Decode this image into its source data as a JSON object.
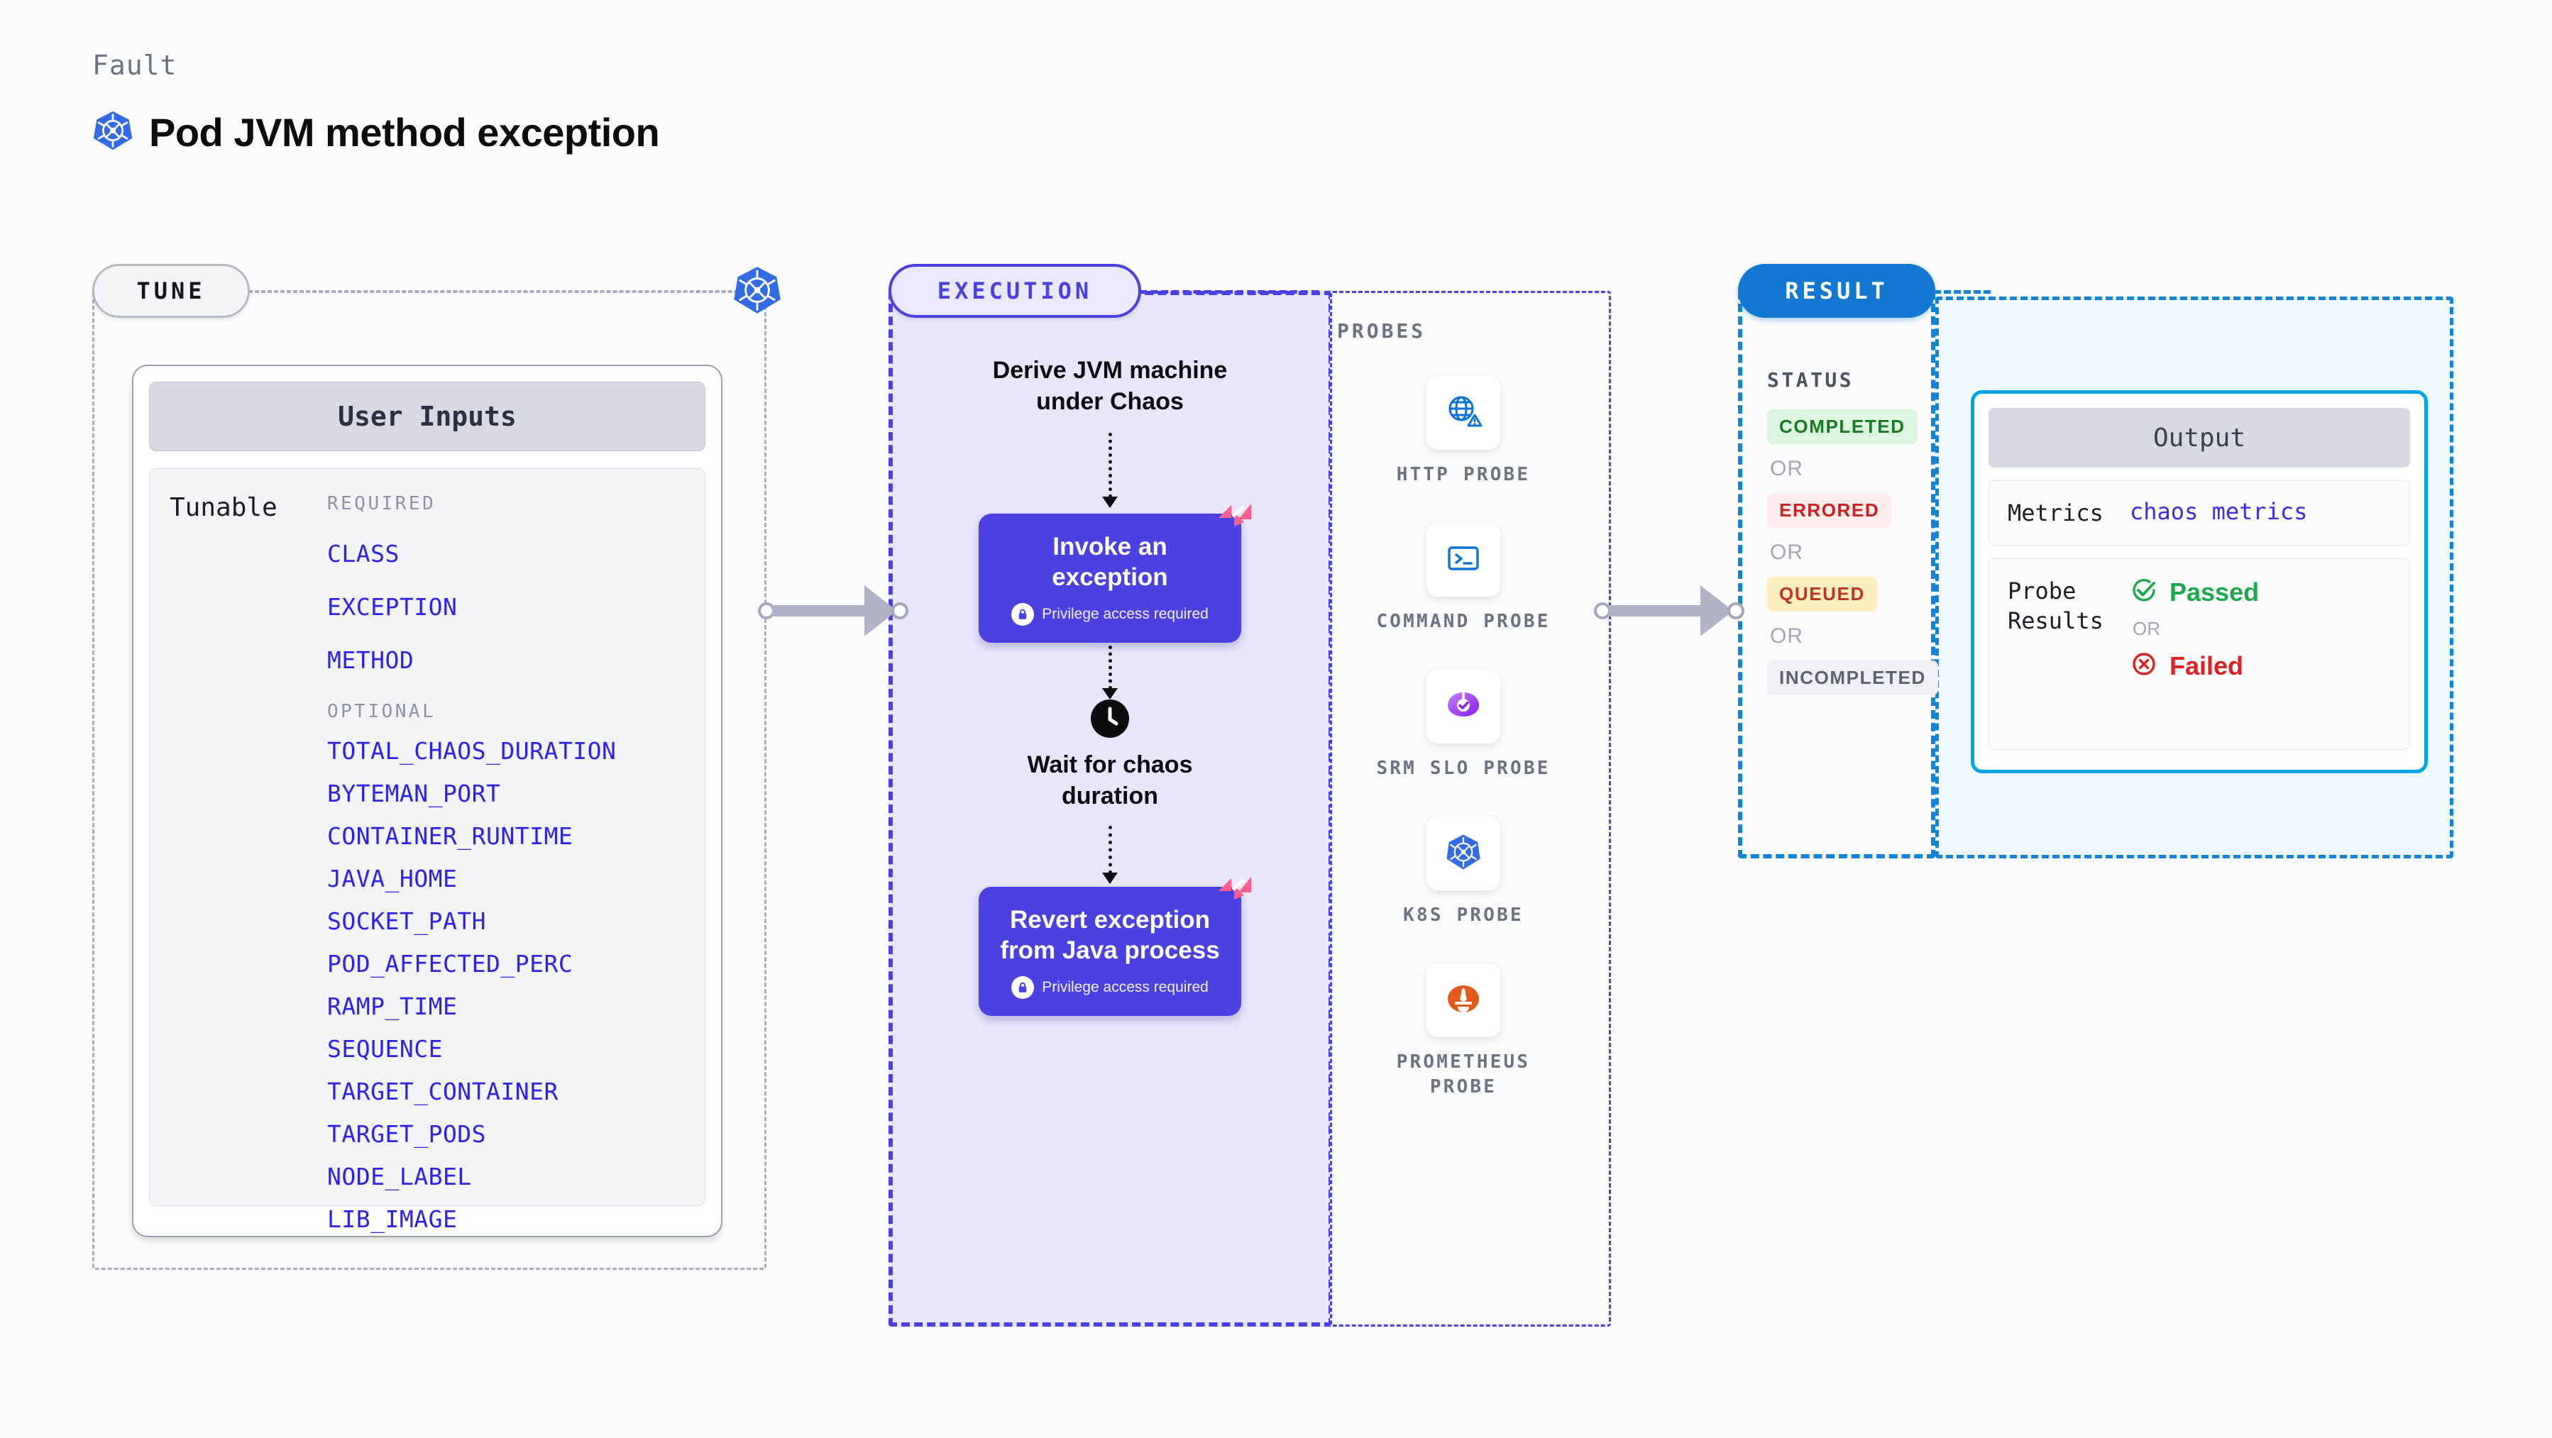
{
  "header": {
    "kicker": "Fault",
    "title": "Pod JVM method exception",
    "icon": "kubernetes-icon"
  },
  "colors": {
    "accent_purple": "#4a41e0",
    "accent_blue": "#1177d0",
    "k8s_blue": "#326ce5",
    "litmus_pink": "#fb5f8f",
    "tunable_link": "#2d22ea",
    "passed_green": "#1ba94c",
    "failed_red": "#e02020",
    "output_border": "#00a3e8"
  },
  "tune": {
    "pill_label": "TUNE",
    "badge_icon": "kubernetes-icon",
    "card": {
      "header": "User Inputs",
      "row_label": "Tunable",
      "groups": [
        {
          "title": "REQUIRED",
          "items": [
            "CLASS",
            "EXCEPTION",
            "METHOD"
          ]
        },
        {
          "title": "OPTIONAL",
          "items": [
            "TOTAL_CHAOS_DURATION",
            "BYTEMAN_PORT",
            "CONTAINER_RUNTIME",
            "JAVA_HOME",
            "SOCKET_PATH",
            "POD_AFFECTED_PERC",
            "RAMP_TIME",
            "SEQUENCE",
            "TARGET_CONTAINER",
            "TARGET_PODS",
            "NODE_LABEL",
            "LIB_IMAGE"
          ]
        }
      ]
    }
  },
  "execution": {
    "pill_label": "EXECUTION",
    "steps": [
      {
        "type": "caption",
        "text": "Derive JVM machine under Chaos"
      },
      {
        "type": "action",
        "title": "Invoke an exception",
        "privilege_note": "Privilege access required",
        "privilege_icon": "lock-icon",
        "corner_icon": "litmus-icon"
      },
      {
        "type": "wait",
        "icon": "clock-icon",
        "text": "Wait for chaos duration"
      },
      {
        "type": "action",
        "title": "Revert exception from Java process",
        "privilege_note": "Privilege access required",
        "privilege_icon": "lock-icon",
        "corner_icon": "litmus-icon"
      }
    ]
  },
  "probes": {
    "title": "PROBES",
    "items": [
      {
        "label": "HTTP PROBE",
        "icon": "globe-warning-icon"
      },
      {
        "label": "COMMAND PROBE",
        "icon": "terminal-icon"
      },
      {
        "label": "SRM SLO PROBE",
        "icon": "srm-slo-icon"
      },
      {
        "label": "K8S PROBE",
        "icon": "kubernetes-icon"
      },
      {
        "label": "PROMETHEUS PROBE",
        "icon": "prometheus-icon"
      }
    ]
  },
  "result": {
    "pill_label": "RESULT",
    "status_title": "STATUS",
    "or_label": "OR",
    "statuses": [
      {
        "label": "COMPLETED",
        "bg": "#dcf5de",
        "fg": "#1a7a24"
      },
      {
        "label": "ERRORED",
        "bg": "#fdeceb",
        "fg": "#cc2020"
      },
      {
        "label": "QUEUED",
        "bg": "#fdeec0",
        "fg": "#c0351b"
      },
      {
        "label": "INCOMPLETED",
        "bg": "#eff0f5",
        "fg": "#5c6270"
      }
    ],
    "output": {
      "header": "Output",
      "metrics_key": "Metrics",
      "metrics_value": "chaos metrics",
      "probe_results_key": "Probe Results",
      "probe_or_label": "OR",
      "passed_label": "Passed",
      "passed_icon": "check-circle-icon",
      "failed_label": "Failed",
      "failed_icon": "x-circle-icon"
    }
  },
  "connectors": [
    {
      "name": "tune-to-execution"
    },
    {
      "name": "probes-to-result"
    }
  ]
}
